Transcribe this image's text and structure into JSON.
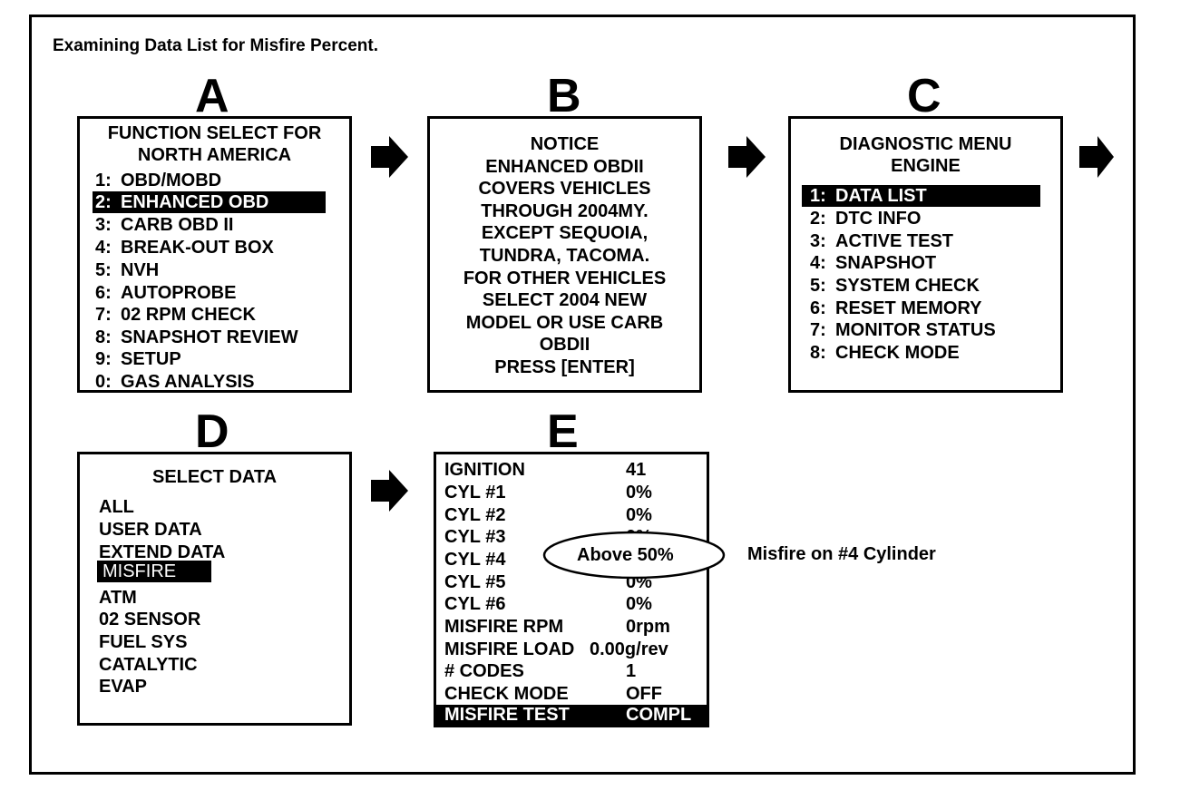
{
  "caption": "Examining Data List for Misfire Percent.",
  "panels": {
    "a": {
      "letter": "A",
      "header": [
        "FUNCTION SELECT FOR",
        "NORTH AMERICA"
      ],
      "items": [
        {
          "num": "1:",
          "label": "OBD/MOBD"
        },
        {
          "num": "2:",
          "label": "ENHANCED OBD"
        },
        {
          "num": "3:",
          "label": "CARB OBD II"
        },
        {
          "num": "4:",
          "label": "BREAK-OUT BOX"
        },
        {
          "num": "5:",
          "label": "NVH"
        },
        {
          "num": "6:",
          "label": "AUTOPROBE"
        },
        {
          "num": "7:",
          "label": "02 RPM CHECK"
        },
        {
          "num": "8:",
          "label": "SNAPSHOT REVIEW"
        },
        {
          "num": "9:",
          "label": "SETUP"
        },
        {
          "num": "0:",
          "label": "GAS ANALYSIS"
        }
      ]
    },
    "b": {
      "letter": "B",
      "lines": [
        "NOTICE",
        "ENHANCED OBDII",
        "COVERS VEHICLES",
        "THROUGH 2004MY.",
        "EXCEPT SEQUOIA,",
        "TUNDRA, TACOMA.",
        "FOR OTHER VEHICLES",
        "SELECT 2004 NEW",
        "MODEL OR USE CARB",
        "OBDII",
        "PRESS [ENTER]"
      ]
    },
    "c": {
      "letter": "C",
      "header": [
        "DIAGNOSTIC MENU",
        "ENGINE"
      ],
      "items": [
        {
          "num": "1:",
          "label": "DATA LIST"
        },
        {
          "num": "2:",
          "label": "DTC INFO"
        },
        {
          "num": "3:",
          "label": "ACTIVE TEST"
        },
        {
          "num": "4:",
          "label": "SNAPSHOT"
        },
        {
          "num": "5:",
          "label": "SYSTEM CHECK"
        },
        {
          "num": "6:",
          "label": "RESET MEMORY"
        },
        {
          "num": "7:",
          "label": "MONITOR STATUS"
        },
        {
          "num": "8:",
          "label": "CHECK MODE"
        }
      ]
    },
    "d": {
      "letter": "D",
      "header": "SELECT DATA",
      "items": [
        "ALL",
        "USER DATA",
        "EXTEND DATA",
        "MISFIRE",
        "ATM",
        "02 SENSOR",
        "FUEL SYS",
        "CATALYTIC",
        "EVAP"
      ]
    },
    "e": {
      "letter": "E",
      "rows": [
        {
          "label": "IGNITION",
          "value": "41"
        },
        {
          "label": "CYL #1",
          "value": "0%"
        },
        {
          "label": "CYL #2",
          "value": "0%"
        },
        {
          "label": "CYL #3",
          "value": "0%"
        },
        {
          "label": "CYL #4",
          "value": ""
        },
        {
          "label": "CYL #5",
          "value": "0%"
        },
        {
          "label": "CYL #6",
          "value": "0%"
        },
        {
          "label": "MISFIRE RPM",
          "value": "0rpm"
        },
        {
          "label": "MISFIRE LOAD",
          "value": "0.00g/rev"
        },
        {
          "label": "# CODES",
          "value": "1"
        },
        {
          "label": "CHECK MODE",
          "value": "OFF"
        },
        {
          "label": "MISFIRE TEST",
          "value": "COMPL"
        }
      ],
      "highlight_value": "Above 50%"
    }
  },
  "annotation": "Misfire on #4 Cylinder"
}
